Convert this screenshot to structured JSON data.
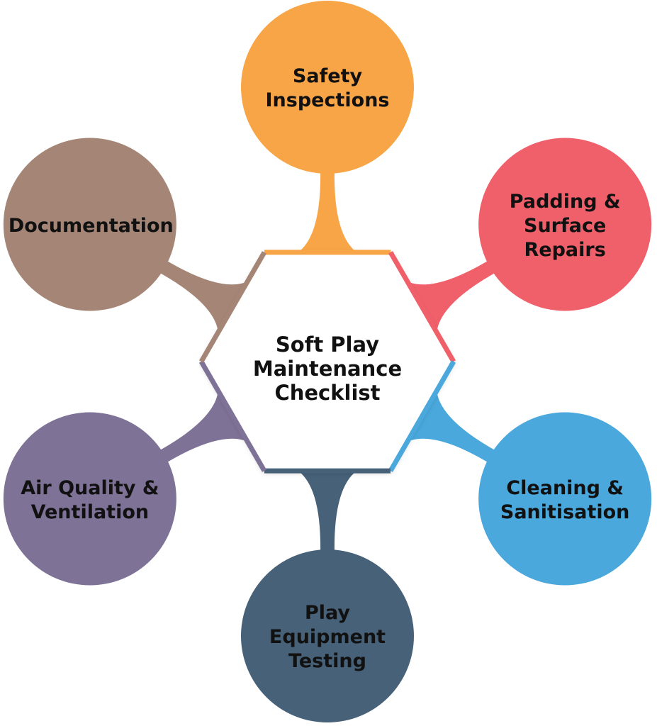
{
  "center": {
    "title": "Soft Play\nMaintenance\nChecklist"
  },
  "nodes": [
    {
      "label": "Safety\nInspections",
      "color": "#F7A547",
      "angle": -90
    },
    {
      "label": "Padding &\nSurface\nRepairs",
      "color": "#F0606A",
      "angle": -30
    },
    {
      "label": "Cleaning &\nSanitisation",
      "color": "#4AA8DC",
      "angle": 30
    },
    {
      "label": "Play\nEquipment\nTesting",
      "color": "#476179",
      "angle": 90
    },
    {
      "label": "Air Quality &\nVentilation",
      "color": "#7F7297",
      "angle": 150
    },
    {
      "label": "Documentation",
      "color": "#A58676",
      "angle": 210
    }
  ]
}
